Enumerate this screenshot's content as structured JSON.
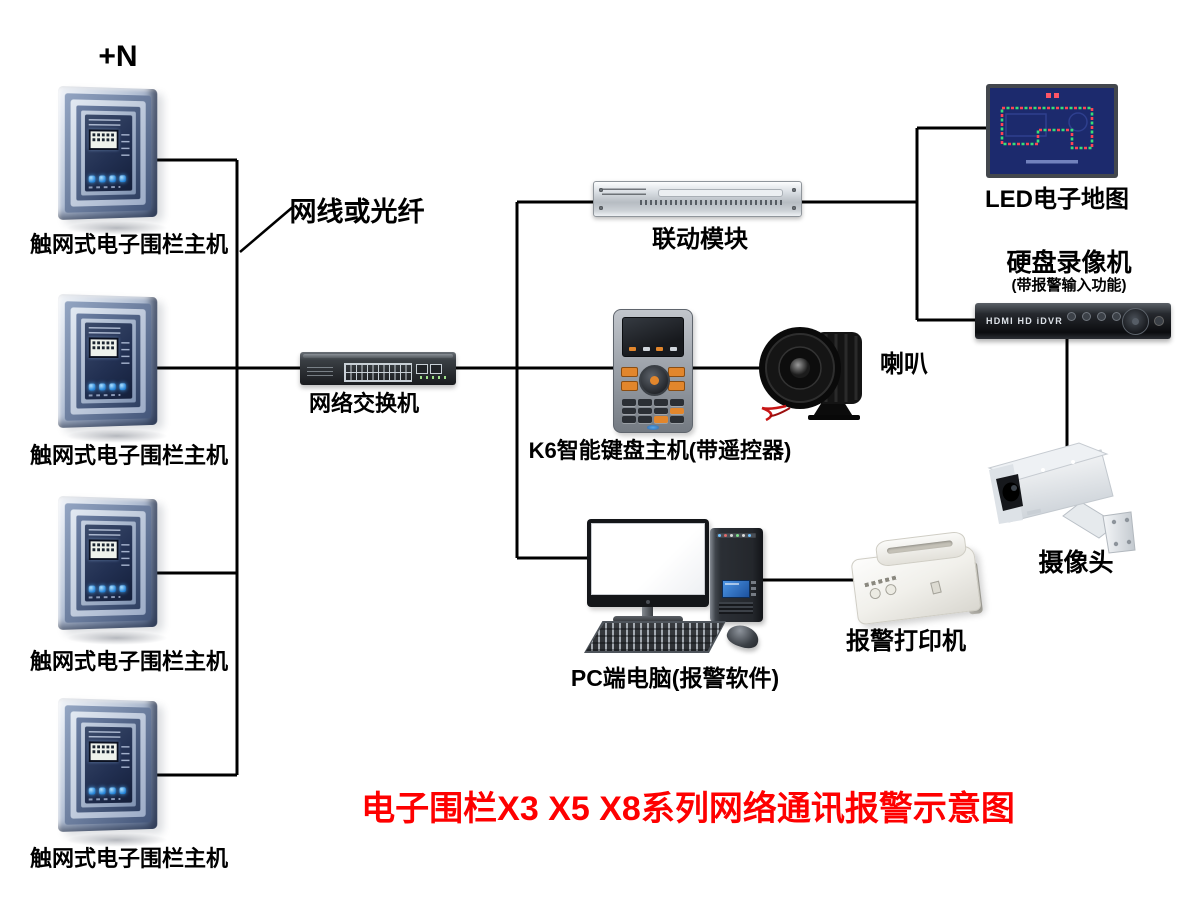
{
  "diagram": {
    "background_color": "#ffffff",
    "line_color": "#000000",
    "title": {
      "text": "电子围栏X3 X5 X8系列网络通讯报警示意图",
      "color": "#fe0000"
    },
    "annotations": {
      "host_count": "+N",
      "link_type": "网线或光纤"
    },
    "nodes": {
      "fence_host": {
        "label": "触网式电子围栏主机",
        "count": 4
      },
      "network_switch": {
        "label": "网络交换机"
      },
      "linkage_module": {
        "label": "联动模块"
      },
      "keypad": {
        "label": "K6智能键盘主机(带遥控器)"
      },
      "speaker": {
        "label": "喇叭"
      },
      "led_map": {
        "label": "LED电子地图"
      },
      "dvr": {
        "label": "硬盘录像机",
        "sublabel": "(带报警输入功能)",
        "front_text": "HDMI HD iDVR"
      },
      "camera": {
        "label": "摄像头"
      },
      "pc": {
        "label": "PC端电脑(报警软件)"
      },
      "printer": {
        "label": "报警打印机"
      }
    }
  }
}
